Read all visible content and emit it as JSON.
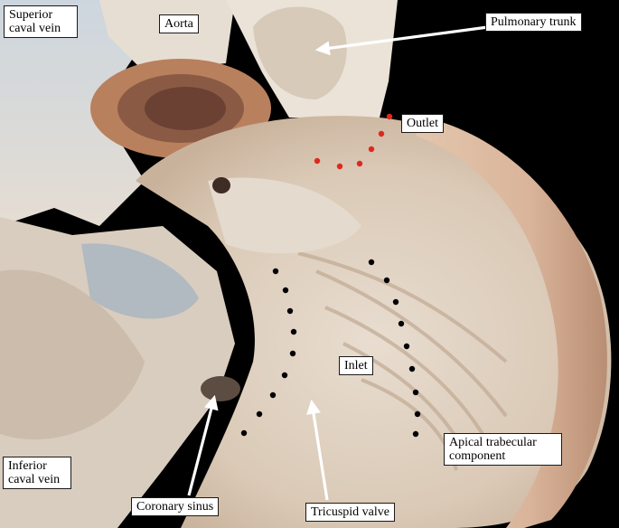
{
  "labels": {
    "superior_caval_vein": "Superior\ncaval vein",
    "aorta": "Aorta",
    "pulmonary_trunk": "Pulmonary trunk",
    "outlet": "Outlet",
    "inlet": "Inlet",
    "apical_trabecular": "Apical trabecular\ncomponent",
    "inferior_caval_vein": "Inferior\ncaval vein",
    "coronary_sinus": "Coronary sinus",
    "tricuspid_valve": "Tricuspid valve"
  },
  "colors": {
    "background": "#000000",
    "outlet_dots": "#e0281c",
    "inlet_dots": "#000000",
    "arrow": "#ffffff",
    "label_box": "#ffffff"
  }
}
